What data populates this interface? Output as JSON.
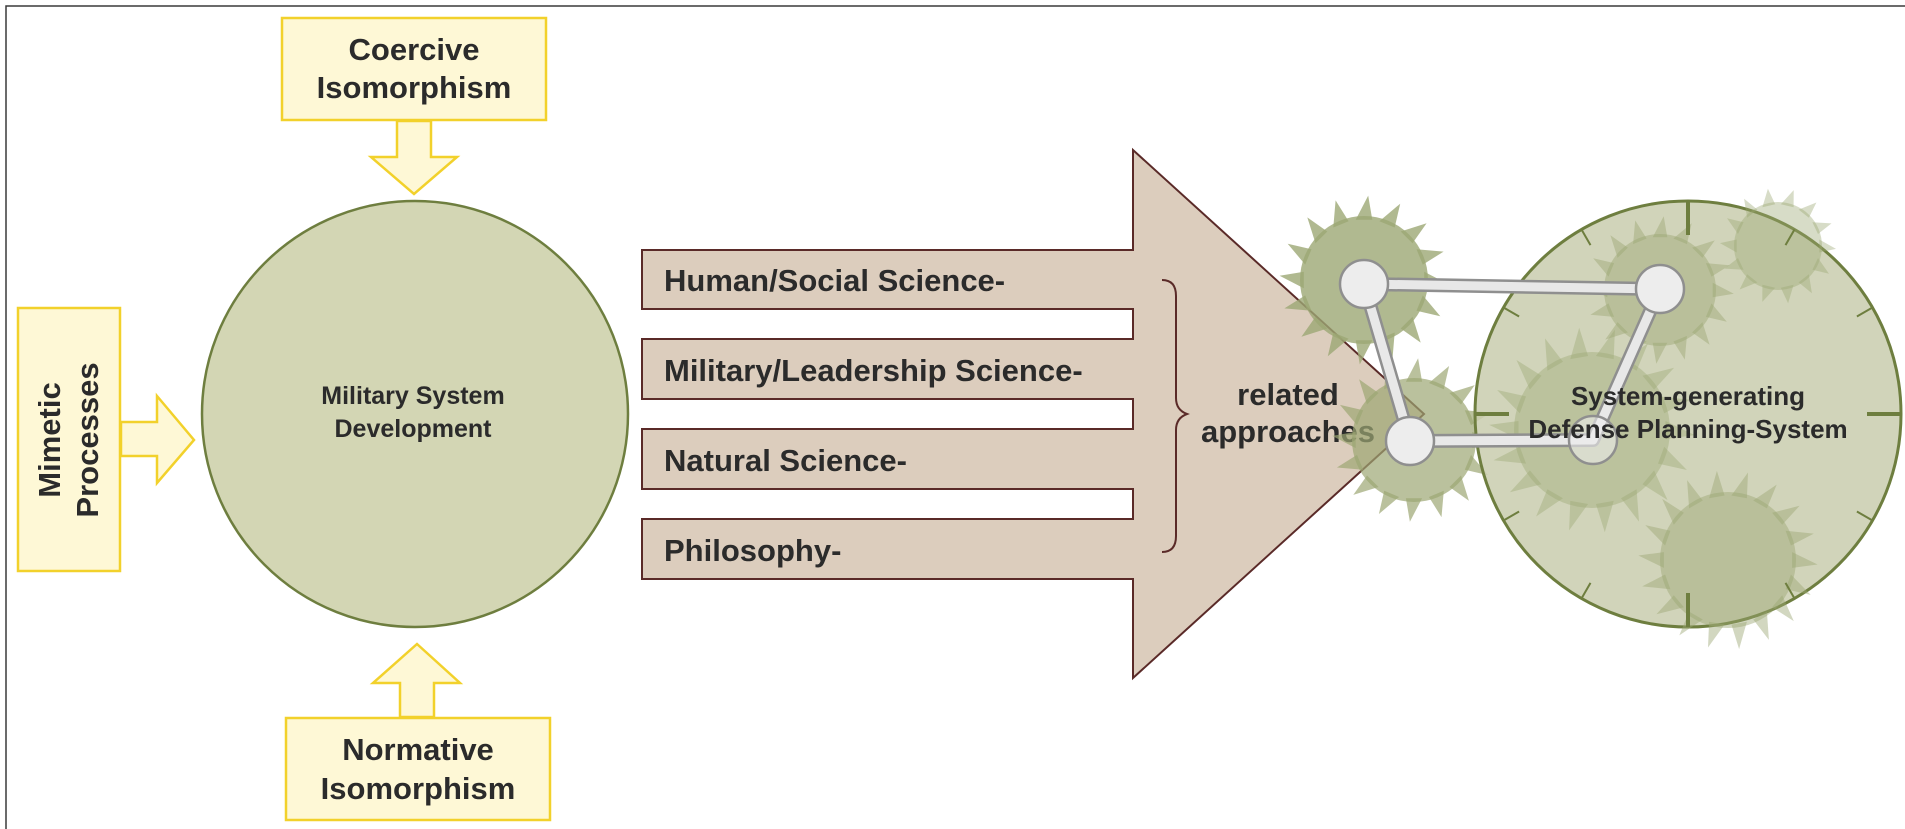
{
  "coercive": {
    "line1": "Coercive",
    "line2": "Isomorphism"
  },
  "mimetic": {
    "line1": "Mimetic",
    "line2": "Processes"
  },
  "normative": {
    "line1": "Normative",
    "line2": "Isomorphism"
  },
  "center": {
    "line1": "Military System",
    "line2": "Development"
  },
  "sciences": [
    {
      "label": "Human/Social Science-"
    },
    {
      "label": "Military/Leadership Science-"
    },
    {
      "label": "Natural Science-"
    },
    {
      "label": "Philosophy-"
    }
  ],
  "arrow": {
    "line1": "related",
    "line2": "approaches"
  },
  "system": {
    "line1": "System-generating",
    "line2": "Defense Planning-System"
  },
  "colors": {
    "yellow_fill": "#fef8d6",
    "yellow_stroke": "#f2d12b",
    "circle_fill": "#d3d6b4",
    "circle_stroke": "#6e7e3f",
    "arrow_fill": "#dccdbd",
    "arrow_stroke": "#5a2a28",
    "gear_fill": "#9ca774",
    "node_fill": "#ededed"
  }
}
